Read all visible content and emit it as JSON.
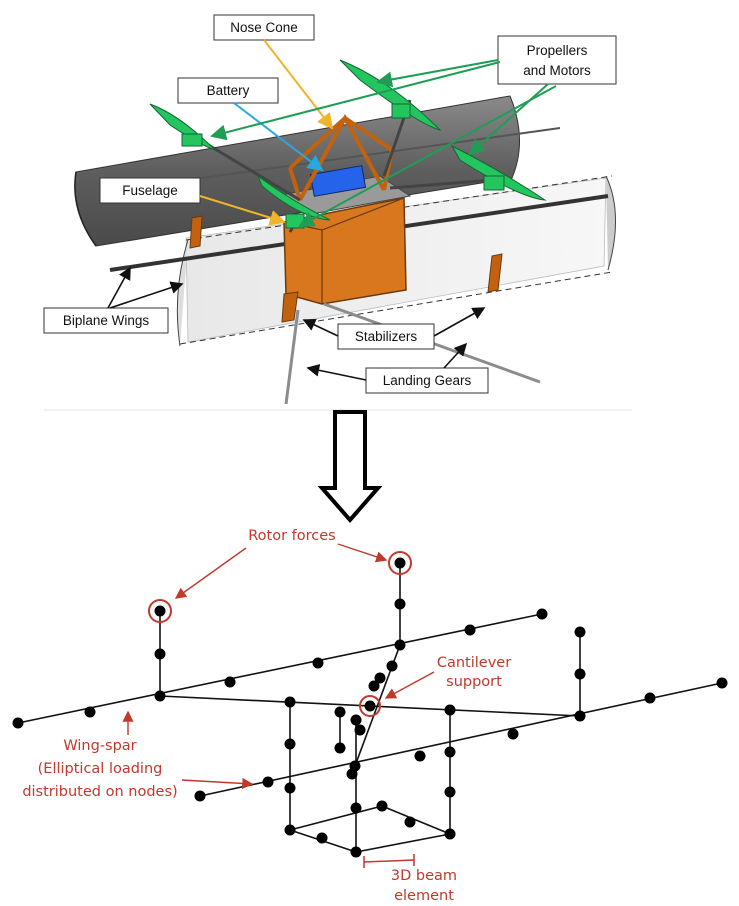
{
  "upper_labels": {
    "nose_cone": "Nose Cone",
    "battery": "Battery",
    "propellers_line1": "Propellers",
    "propellers_line2": "and Motors",
    "fuselage": "Fuselage",
    "biplane_wings": "Biplane Wings",
    "stabilizers": "Stabilizers",
    "landing_gears": "Landing Gears"
  },
  "lower_labels": {
    "rotor_forces": "Rotor forces",
    "cantilever_line1": "Cantilever",
    "cantilever_line2": "support",
    "wingspar_line1": "Wing-spar",
    "wingspar_line2": "(Elliptical loading",
    "wingspar_line3": "distributed on nodes)",
    "beam_line1": "3D beam",
    "beam_line2": "element"
  },
  "colors": {
    "fuselage_orange": "#d9771f",
    "motor_green": "#22c55e",
    "battery_blue": "#2563eb",
    "wing_gray": "#6b6b6b",
    "annotation_red": "#c0392b",
    "nose_arrow": "#f0b429",
    "battery_arrow": "#29a8e0",
    "prop_arrow": "#1f9d55"
  }
}
